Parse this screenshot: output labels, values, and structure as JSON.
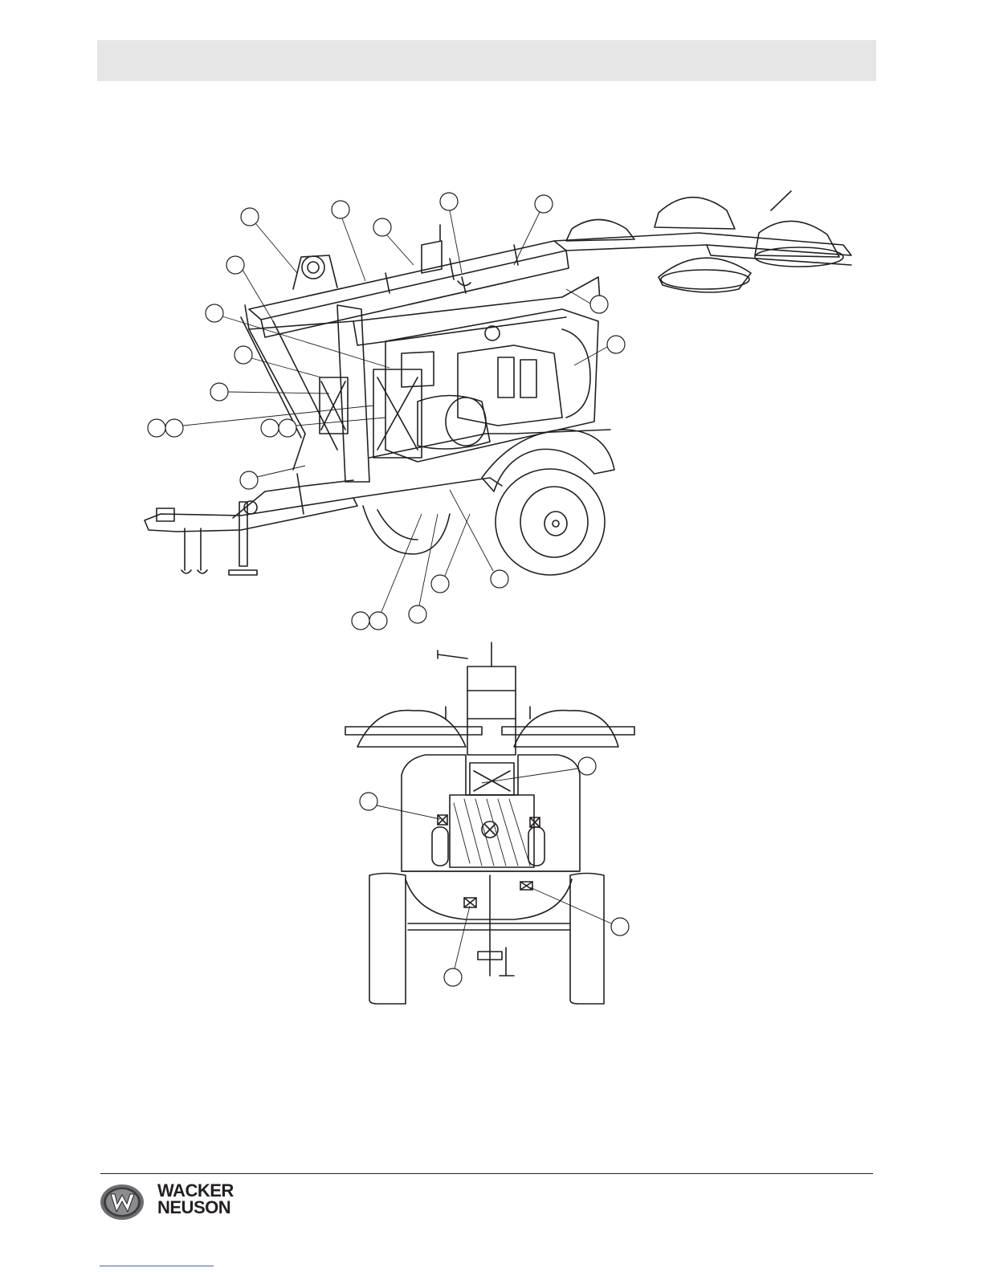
{
  "header": {
    "background": "#e6e6e7"
  },
  "figure": {
    "description_icon": "light-tower-trailer-drawing",
    "callouts_top_view": 22,
    "callouts_rear_view": 4
  },
  "footer": {
    "brand_line1": "WACKER",
    "brand_line2": "NEUSON",
    "logo_icon": "wacker-neuson-w-logo"
  },
  "colors": {
    "ink": "#231f20",
    "link": "#4a5fc1"
  }
}
